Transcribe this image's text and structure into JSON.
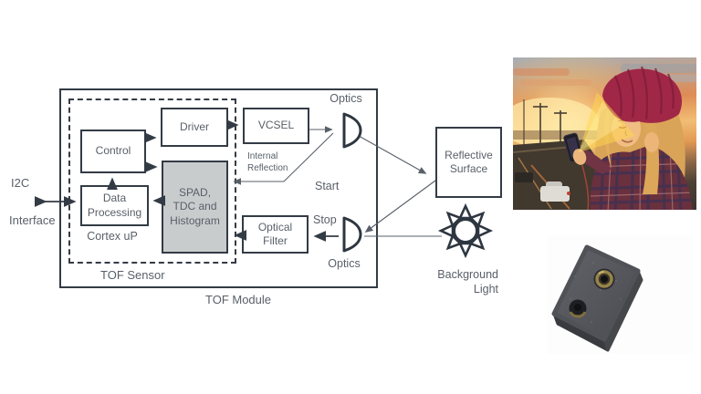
{
  "colors": {
    "frame_border": "#333b45",
    "text": "#596069",
    "spad_fill": "#c9cccd",
    "thin_line": "#6d747b",
    "beanie_red": "#a12747",
    "beam_yellow": "#ffd84d",
    "chip_body": "#55565b",
    "lens_gold": "#97844a"
  },
  "diagram": {
    "blocks": {
      "control": "Control",
      "driver": "Driver",
      "vcsel": "VCSEL",
      "data_processing": [
        "Data",
        "Processing"
      ],
      "spad": [
        "SPAD,",
        "TDC and",
        "Histogram"
      ],
      "optical_filter": [
        "Optical",
        "Filter"
      ],
      "reflective_surface": [
        "Reflective",
        "Surface"
      ]
    },
    "labels": {
      "i2c": "I2C",
      "interface": "Interface",
      "cortex": "Cortex uP",
      "tof_sensor": "TOF Sensor",
      "tof_module": "TOF Module",
      "optics_top": "Optics",
      "optics_bottom": "Optics",
      "internal_reflection": [
        "Internal",
        "Reflection"
      ],
      "start": "Start",
      "stop": "Stop",
      "background_light": [
        "Background",
        "Light"
      ]
    },
    "icons": [
      "sun-icon",
      "lens-icon",
      "arrow-icon"
    ]
  }
}
